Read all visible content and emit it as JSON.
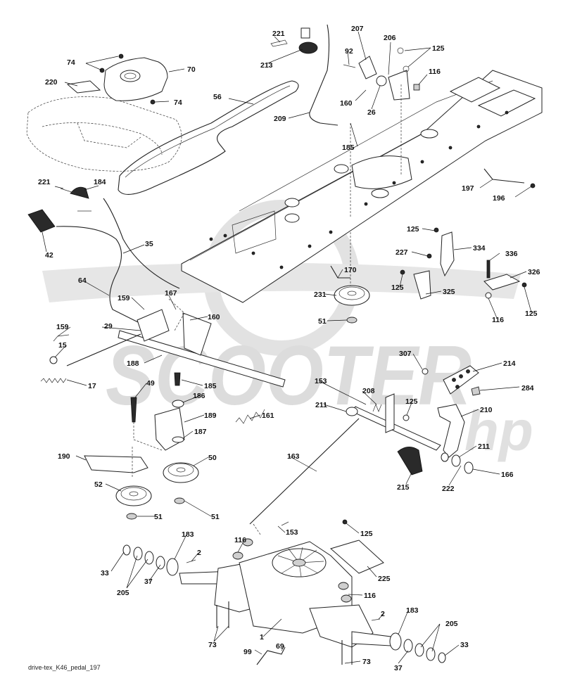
{
  "caption": "drive-tex_K46_pedal_197",
  "watermark": {
    "text": "SCOOTER",
    "suffix": "hp",
    "color": "#d9d9d9"
  },
  "labels": [
    {
      "id": "221-top",
      "text": "221"
    },
    {
      "id": "213",
      "text": "213"
    },
    {
      "id": "74-top",
      "text": "74"
    },
    {
      "id": "70",
      "text": "70"
    },
    {
      "id": "220",
      "text": "220"
    },
    {
      "id": "74-mid",
      "text": "74"
    },
    {
      "id": "56",
      "text": "56"
    },
    {
      "id": "207",
      "text": "207"
    },
    {
      "id": "92",
      "text": "92"
    },
    {
      "id": "206",
      "text": "206"
    },
    {
      "id": "125-top",
      "text": "125"
    },
    {
      "id": "116-top",
      "text": "116"
    },
    {
      "id": "160-top",
      "text": "160"
    },
    {
      "id": "26",
      "text": "26"
    },
    {
      "id": "209",
      "text": "209"
    },
    {
      "id": "185-top",
      "text": "185"
    },
    {
      "id": "221-mid",
      "text": "221"
    },
    {
      "id": "184",
      "text": "184"
    },
    {
      "id": "197",
      "text": "197"
    },
    {
      "id": "196",
      "text": "196"
    },
    {
      "id": "42",
      "text": "42"
    },
    {
      "id": "35",
      "text": "35"
    },
    {
      "id": "125-r1",
      "text": "125"
    },
    {
      "id": "334",
      "text": "334"
    },
    {
      "id": "227",
      "text": "227"
    },
    {
      "id": "336",
      "text": "336"
    },
    {
      "id": "326",
      "text": "326"
    },
    {
      "id": "170",
      "text": "170"
    },
    {
      "id": "125-r2",
      "text": "125"
    },
    {
      "id": "325",
      "text": "325"
    },
    {
      "id": "125-r3",
      "text": "125"
    },
    {
      "id": "64",
      "text": "64"
    },
    {
      "id": "231",
      "text": "231"
    },
    {
      "id": "167",
      "text": "167"
    },
    {
      "id": "159-a",
      "text": "159"
    },
    {
      "id": "160-mid",
      "text": "160"
    },
    {
      "id": "51-top",
      "text": "51"
    },
    {
      "id": "116-r",
      "text": "116"
    },
    {
      "id": "29",
      "text": "29"
    },
    {
      "id": "159-b",
      "text": "159"
    },
    {
      "id": "15",
      "text": "15"
    },
    {
      "id": "307",
      "text": "307"
    },
    {
      "id": "214",
      "text": "214"
    },
    {
      "id": "188",
      "text": "188"
    },
    {
      "id": "17",
      "text": "17"
    },
    {
      "id": "185-mid",
      "text": "185"
    },
    {
      "id": "49",
      "text": "49"
    },
    {
      "id": "153-top",
      "text": "153"
    },
    {
      "id": "208",
      "text": "208"
    },
    {
      "id": "284",
      "text": "284"
    },
    {
      "id": "186",
      "text": "186"
    },
    {
      "id": "211-a",
      "text": "211"
    },
    {
      "id": "125-c",
      "text": "125"
    },
    {
      "id": "210",
      "text": "210"
    },
    {
      "id": "189",
      "text": "189"
    },
    {
      "id": "161",
      "text": "161"
    },
    {
      "id": "187",
      "text": "187"
    },
    {
      "id": "163",
      "text": "163"
    },
    {
      "id": "190",
      "text": "190"
    },
    {
      "id": "50",
      "text": "50"
    },
    {
      "id": "211-b",
      "text": "211"
    },
    {
      "id": "215",
      "text": "215"
    },
    {
      "id": "222",
      "text": "222"
    },
    {
      "id": "166",
      "text": "166"
    },
    {
      "id": "52",
      "text": "52"
    },
    {
      "id": "51-a",
      "text": "51"
    },
    {
      "id": "51-b",
      "text": "51"
    },
    {
      "id": "153-low",
      "text": "153"
    },
    {
      "id": "125-low",
      "text": "125"
    },
    {
      "id": "183-a",
      "text": "183"
    },
    {
      "id": "116-low1",
      "text": "116"
    },
    {
      "id": "2-a",
      "text": "2"
    },
    {
      "id": "33-a",
      "text": "33"
    },
    {
      "id": "225",
      "text": "225"
    },
    {
      "id": "205-a",
      "text": "205"
    },
    {
      "id": "37-a",
      "text": "37"
    },
    {
      "id": "116-low2",
      "text": "116"
    },
    {
      "id": "2-b",
      "text": "2"
    },
    {
      "id": "183-b",
      "text": "183"
    },
    {
      "id": "205-b",
      "text": "205"
    },
    {
      "id": "1",
      "text": "1"
    },
    {
      "id": "73-a",
      "text": "73"
    },
    {
      "id": "33-b",
      "text": "33"
    },
    {
      "id": "99",
      "text": "99"
    },
    {
      "id": "69",
      "text": "69"
    },
    {
      "id": "37-b",
      "text": "37"
    },
    {
      "id": "73-b",
      "text": "73"
    }
  ]
}
